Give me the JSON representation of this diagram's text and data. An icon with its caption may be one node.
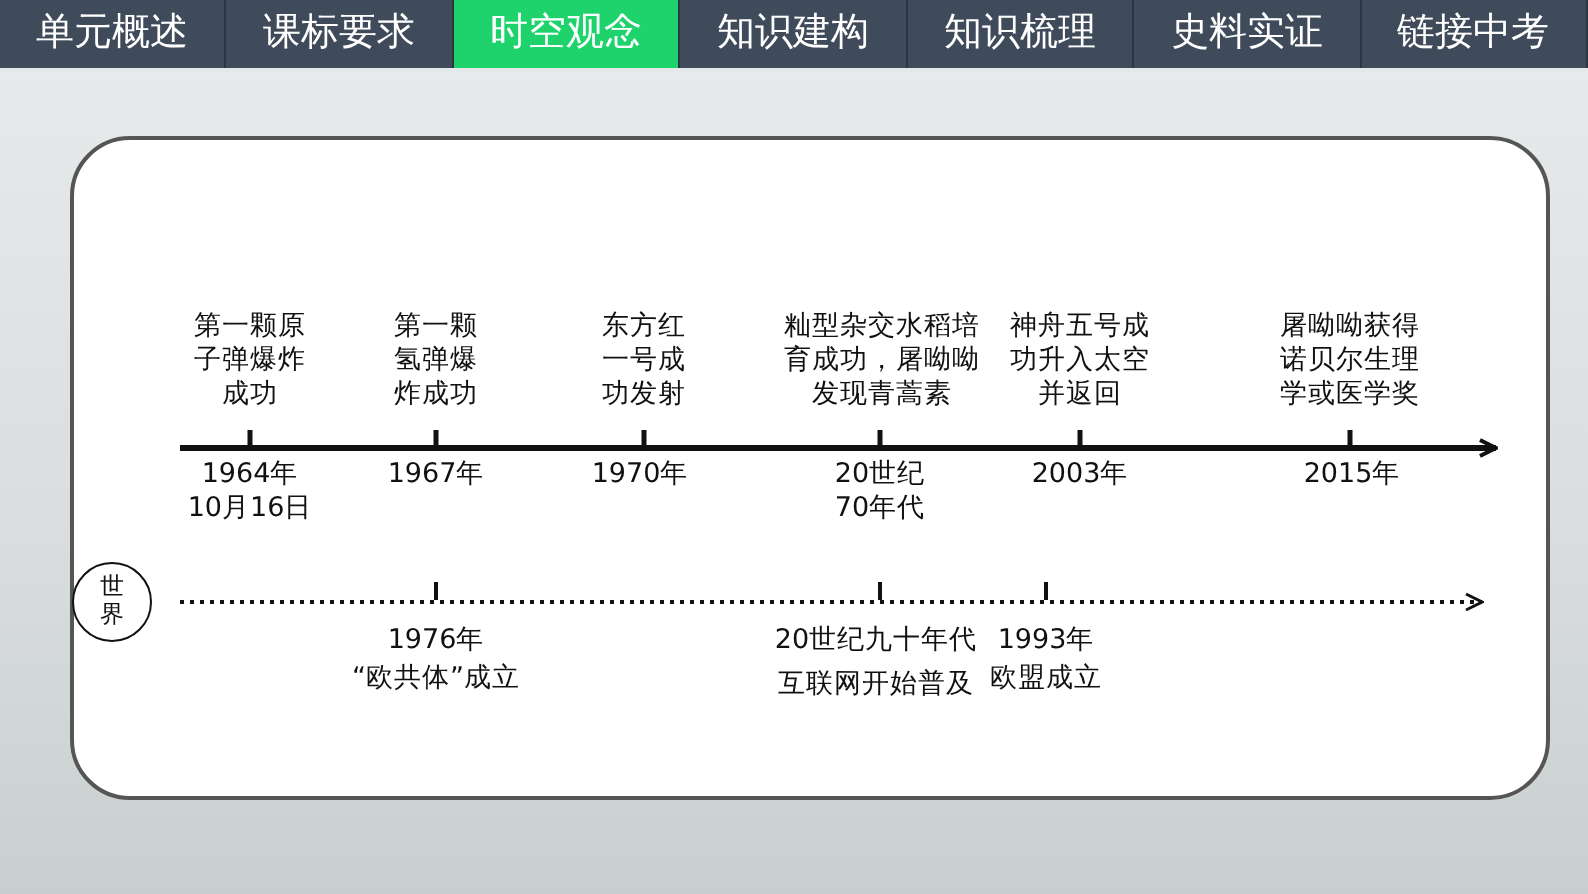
{
  "diagram": {
    "nodes": [
      {
        "text": [
          "世界"
        ]
      }
    ],
    "labels": [
      "单元概述",
      "课标要求",
      "时空观念",
      "知识建构",
      "知识梳理",
      "史料实证",
      "链接中考",
      "第一颗原子弹爆炸成功",
      "第一颗氢弹爆炸成功",
      "东方红一号成功发射",
      "籼型杂交水稻培育成功，屠呦呦发现青蒿素",
      "神舟五号成功升入太空并返回",
      "屠呦呦获得诺贝尔生理学或医学奖",
      "1964年",
      "10月16日",
      "1967年",
      "1970年",
      "20世纪70年代",
      "2003年",
      "2015年",
      "1976年",
      "“欧共体”成立",
      "20世纪九十年代",
      "互联网开始普及",
      "1993年",
      "欧盟成立"
    ]
  }
}
